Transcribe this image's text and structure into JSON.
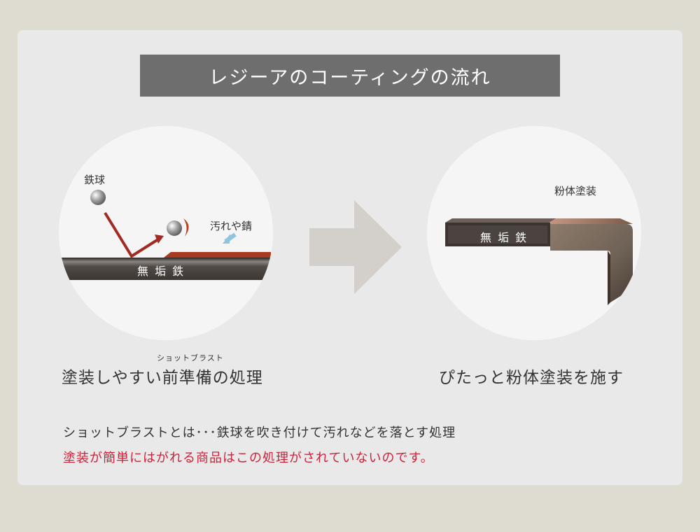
{
  "title": "レジーアのコーティングの流れ",
  "step1": {
    "ball_label": "鉄球",
    "rust_label": "汚れや錆",
    "metal_label": "無 垢 鉄",
    "caption": "塗装しやすい前準備の処理",
    "ruby": "ショットブラスト"
  },
  "step2": {
    "coating_label": "粉体塗装",
    "metal_label": "無 垢 鉄",
    "caption": "ぴたっと粉体塗装を施す"
  },
  "description": {
    "line1": "ショットブラストとは･･･鉄球を吹き付けて汚れなどを落とす処理",
    "line2": "塗装が簡単にはがれる商品はこの処理がされていないのです。"
  },
  "colors": {
    "background": "#dedbd0",
    "panel": "#e9e9e9",
    "title_bar": "#6e6e6e",
    "highlight_text": "#d0213b",
    "rust": "#a83a22",
    "arrow": "#d3d0cb"
  },
  "icons": {
    "flow_arrow": "right-arrow-icon"
  }
}
